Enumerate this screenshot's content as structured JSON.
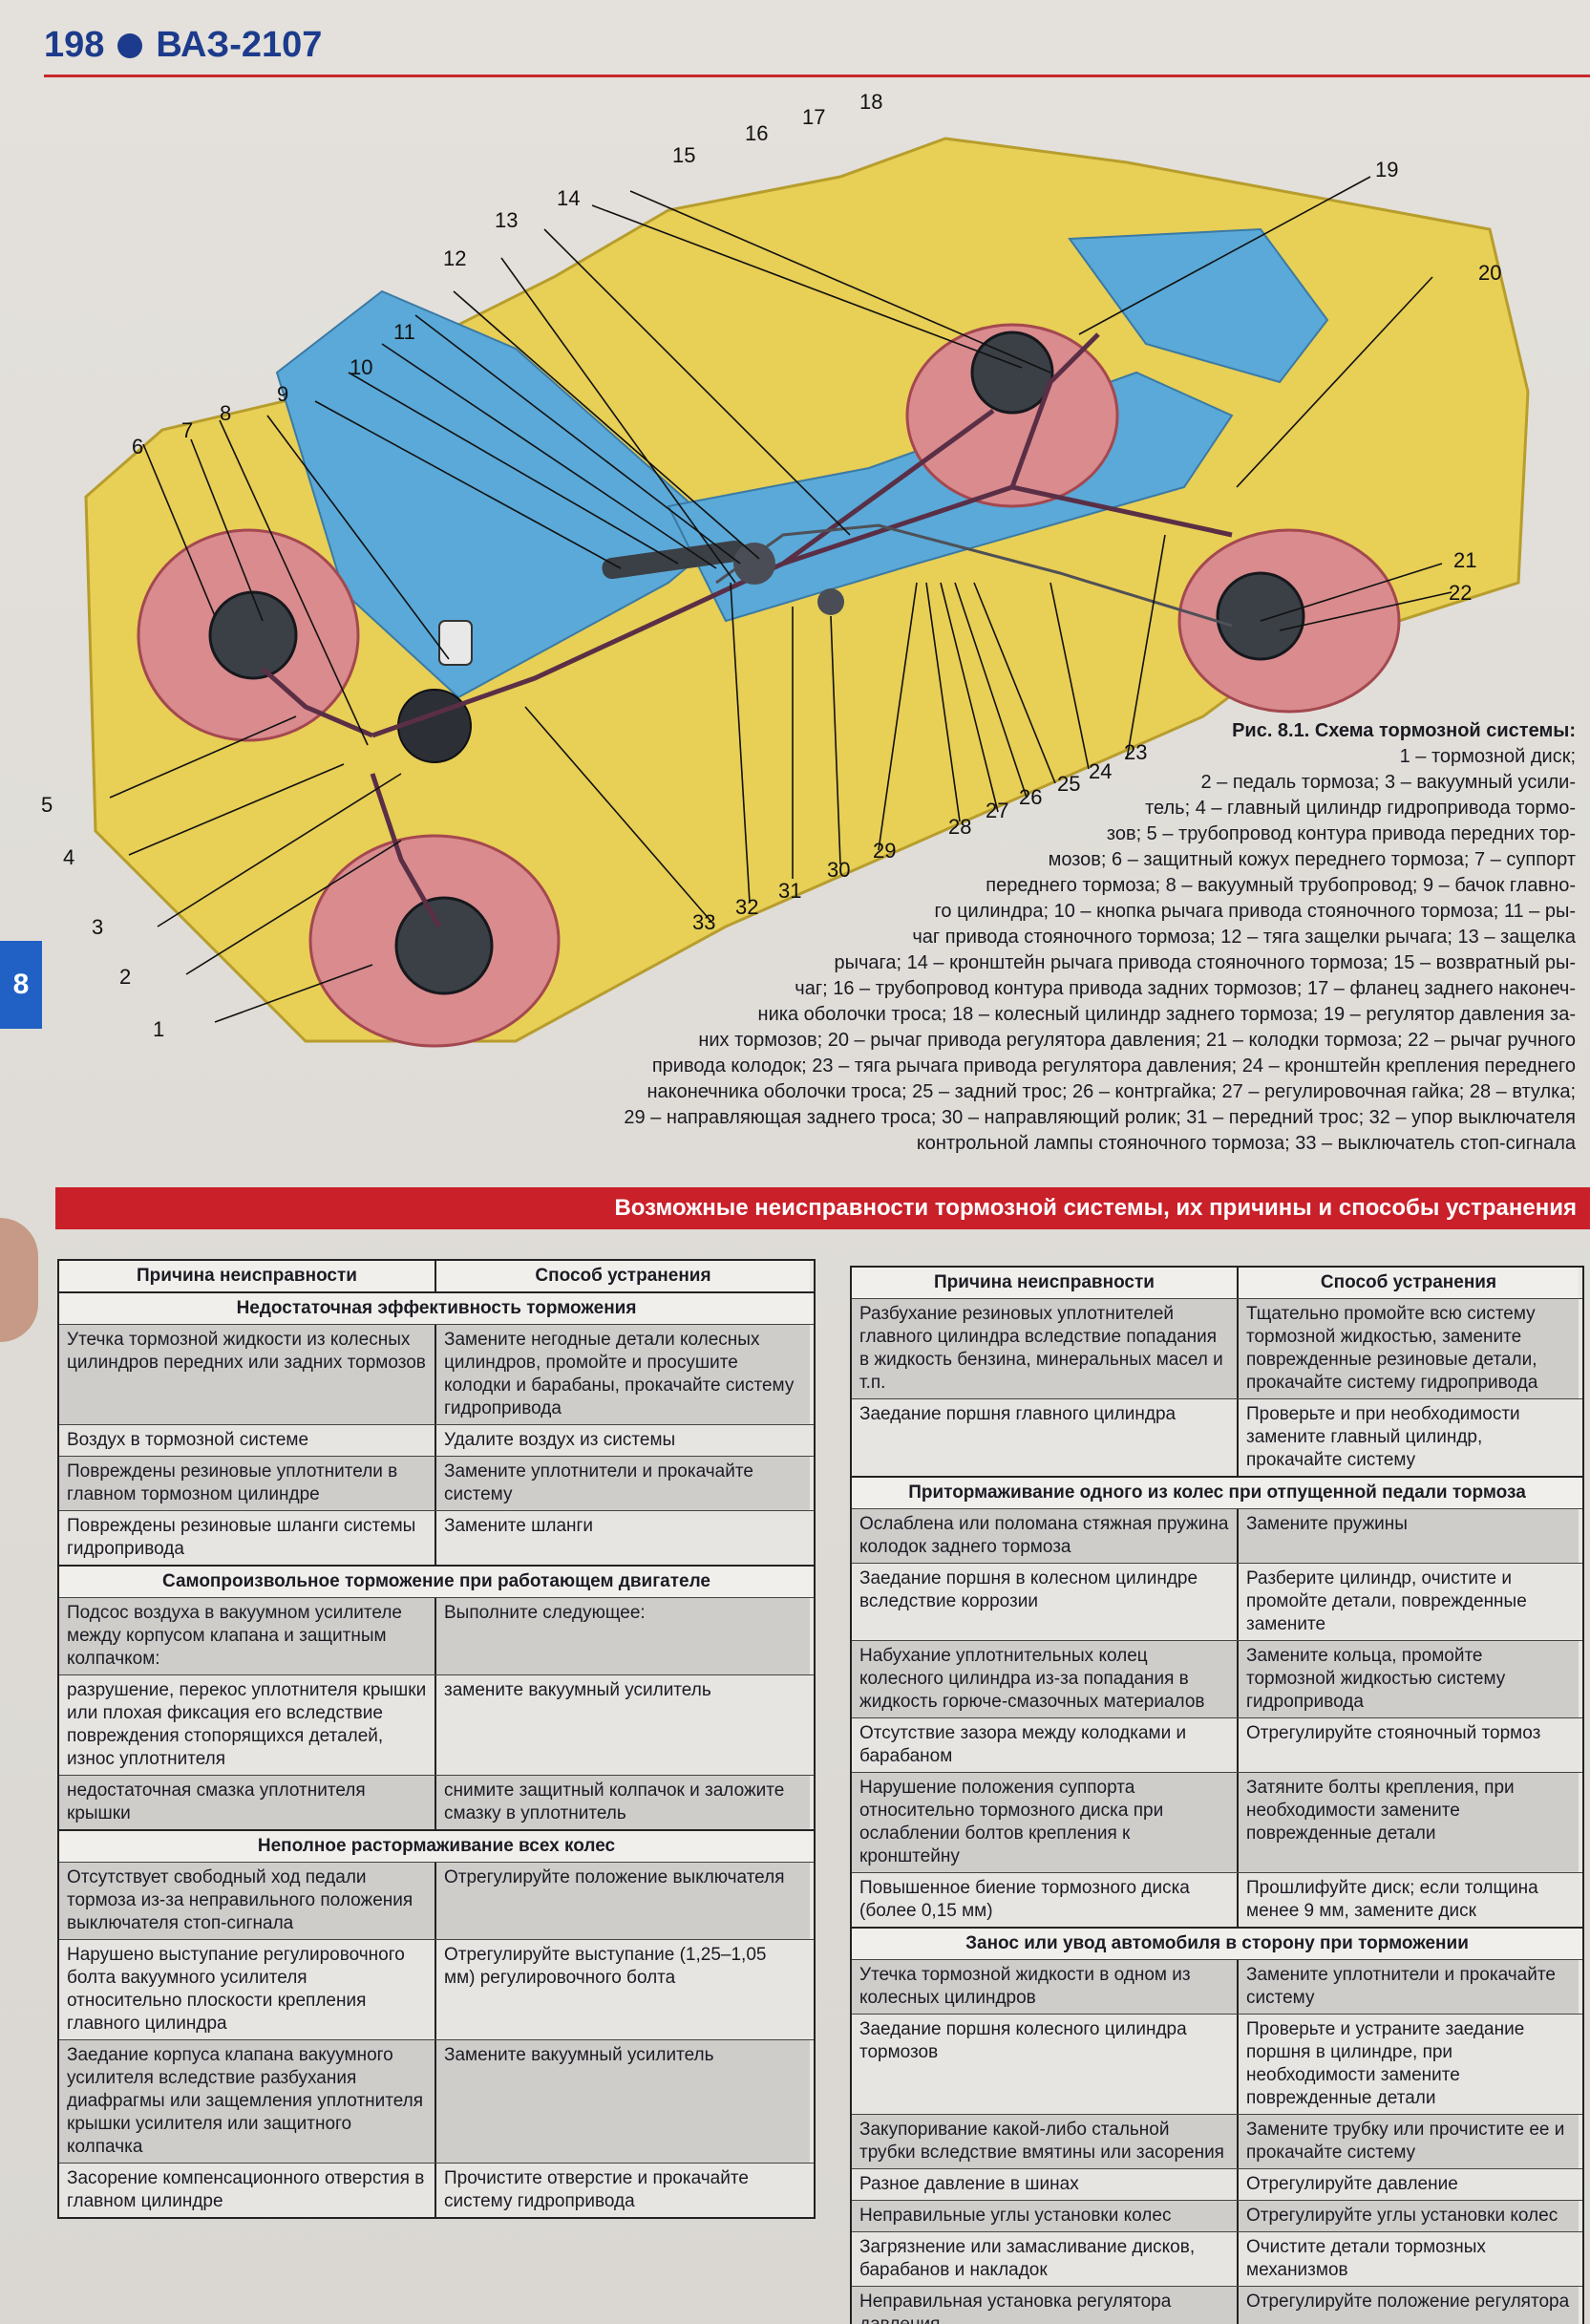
{
  "header": {
    "page_number": "198",
    "book_title": "ВАЗ-2107"
  },
  "side_tab": {
    "label": "8"
  },
  "figure": {
    "callouts": [
      "1",
      "2",
      "3",
      "4",
      "5",
      "6",
      "7",
      "8",
      "9",
      "10",
      "11",
      "12",
      "13",
      "14",
      "15",
      "16",
      "17",
      "18",
      "19",
      "20",
      "21",
      "22",
      "23",
      "24",
      "25",
      "26",
      "27",
      "28",
      "29",
      "30",
      "31",
      "32",
      "33"
    ],
    "caption_title": "Рис. 8.1. Схема тормозной системы:",
    "caption_lines": [
      "1 – тормозной диск;",
      "2 – педаль тормоза; 3 – вакуумный усили-",
      "тель; 4 – главный цилиндр гидропривода тормо-",
      "зов; 5 – трубопровод контура привода передних тор-",
      "мозов; 6 – защитный кожух переднего тормоза; 7 – суппорт",
      "переднего тормоза; 8 – вакуумный трубопровод; 9 – бачок главно-",
      "го цилиндра; 10 – кнопка рычага привода стояночного тормоза; 11 – ры-",
      "чаг привода стояночного тормоза; 12 – тяга защелки рычага; 13 – защелка",
      "рычага; 14 – кронштейн рычага привода стояночного тормоза; 15 – возвратный ры-",
      "чаг; 16 – трубопровод контура привода задних тормозов; 17 – фланец заднего наконеч-",
      "ника оболочки троса; 18 – колесный цилиндр заднего тормоза; 19 – регулятор давления за-",
      "них тормозов; 20 – рычаг привода регулятора давления; 21 – колодки тормоза; 22 – рычаг ручного",
      "привода колодок; 23 – тяга рычага привода регулятора давления; 24 – кронштейн крепления переднего",
      "наконечника оболочки троса; 25 – задний трос; 26 – контргайка; 27 – регулировочная гайка; 28 – втулка;",
      "29 – направляющая заднего троса; 30 – направляющий ролик; 31 – передний трос; 32 – упор выключателя",
      "контрольной лампы стояночного тормоза; 33 – выключатель стоп-сигнала"
    ]
  },
  "banner": {
    "title": "Возможные неисправности тормозной системы, их причины и способы устранения"
  },
  "left_table": {
    "col1": "Причина неисправности",
    "col2": "Способ устранения",
    "sections": [
      {
        "title": "Недостаточная эффективность торможения",
        "rows": [
          {
            "cause": "Утечка тормозной жидкости из колесных цилиндров передних или задних тормозов",
            "fix": "Замените негодные детали колесных цилиндров, промойте и просушите колодки и барабаны, прокачайте систему гидропривода"
          },
          {
            "cause": "Воздух в тормозной системе",
            "fix": "Удалите воздух из системы"
          },
          {
            "cause": "Повреждены резиновые уплотнители в главном тормозном цилиндре",
            "fix": "Замените уплотнители и прокачайте систему"
          },
          {
            "cause": "Повреждены резиновые шланги системы гидропривода",
            "fix": "Замените шланги"
          }
        ]
      },
      {
        "title": "Самопроизвольное торможение при работающем двигателе",
        "rows": [
          {
            "cause": "Подсос воздуха в вакуумном усилителе между корпусом клапана и защитным колпачком:",
            "fix": "Выполните следующее:"
          },
          {
            "cause": "разрушение, перекос уплотнителя крышки или плохая фиксация его вследствие повреждения стопорящихся деталей, износ уплотнителя",
            "fix": "замените вакуумный усилитель"
          },
          {
            "cause": "недостаточная смазка уплотнителя крышки",
            "fix": "снимите защитный колпачок и заложите смазку в уплотнитель"
          }
        ]
      },
      {
        "title": "Неполное растормаживание всех колес",
        "rows": [
          {
            "cause": "Отсутствует свободный ход педали тормоза из-за неправильного положения выключателя стоп-сигнала",
            "fix": "Отрегулируйте положение выключателя"
          },
          {
            "cause": "Нарушено выступание регулировочного болта вакуумного усилителя относительно плоскости крепления главного цилиндра",
            "fix": "Отрегулируйте выступание (1,25–1,05 мм) регулировочного болта"
          },
          {
            "cause": "Заедание корпуса клапана вакуумного усилителя вследствие разбухания диафрагмы или защемления уплотнителя крышки усилителя или защитного колпачка",
            "fix": "Замените вакуумный усилитель"
          },
          {
            "cause": "Засорение компенсационного отверстия в главном цилиндре",
            "fix": "Прочистите отверстие и прокачайте систему гидропривода"
          }
        ]
      }
    ]
  },
  "right_table": {
    "col1": "Причина неисправности",
    "col2": "Способ устранения",
    "top_rows": [
      {
        "cause": "Разбухание резиновых уплотнителей главного цилиндра вследствие попадания в жидкость бензина, минеральных масел и т.п.",
        "fix": "Тщательно промойте всю систему тормозной жидкостью, замените поврежденные резиновые детали, прокачайте систему гидропривода"
      },
      {
        "cause": "Заедание поршня главного цилиндра",
        "fix": "Проверьте и при необходимости замените главный цилиндр, прокачайте систему"
      }
    ],
    "sections": [
      {
        "title": "Притормаживание одного из колес при отпущенной педали тормоза",
        "rows": [
          {
            "cause": "Ослаблена или поломана стяжная пружина колодок заднего тормоза",
            "fix": "Замените пружины"
          },
          {
            "cause": "Заедание поршня в колесном цилиндре вследствие коррозии",
            "fix": "Разберите цилиндр, очистите и промойте детали, поврежденные замените"
          },
          {
            "cause": "Набухание уплотнительных колец колесного цилиндра из-за попадания в жидкость горюче-смазочных материалов",
            "fix": "Замените кольца, промойте тормозной жидкостью систему гидропривода"
          },
          {
            "cause": "Отсутствие зазора между колодками и барабаном",
            "fix": "Отрегулируйте стояночный тормоз"
          },
          {
            "cause": "Нарушение положения суппорта относительно тормозного диска при ослаблении болтов крепления к кронштейну",
            "fix": "Затяните болты крепления, при необходимости замените поврежденные детали"
          },
          {
            "cause": "Повышенное биение тормозного диска (более 0,15 мм)",
            "fix": "Прошлифуйте диск; если толщина менее 9 мм, замените диск"
          }
        ]
      },
      {
        "title": "Занос или увод автомобиля в сторону при торможении",
        "rows": [
          {
            "cause": "Утечка тормозной жидкости в одном из колесных цилиндров",
            "fix": "Замените уплотнители и прокачайте систему"
          },
          {
            "cause": "Заедание поршня колесного цилиндра тормозов",
            "fix": "Проверьте и устраните заедание поршня в цилиндре, при необходимости замените поврежденные детали"
          },
          {
            "cause": "Закупоривание какой-либо стальной трубки вследствие вмятины или засорения",
            "fix": "Замените трубку или прочистите ее и прокачайте систему"
          },
          {
            "cause": "Разное давление в шинах",
            "fix": "Отрегулируйте давление"
          },
          {
            "cause": "Неправильные углы установки колес",
            "fix": "Отрегулируйте углы установки колес"
          },
          {
            "cause": "Загрязнение или замасливание дисков, барабанов и накладок",
            "fix": "Очистите детали тормозных механизмов"
          },
          {
            "cause": "Неправильная установка регулятора давления",
            "fix": "Отрегулируйте положение регулятора"
          }
        ]
      }
    ]
  }
}
